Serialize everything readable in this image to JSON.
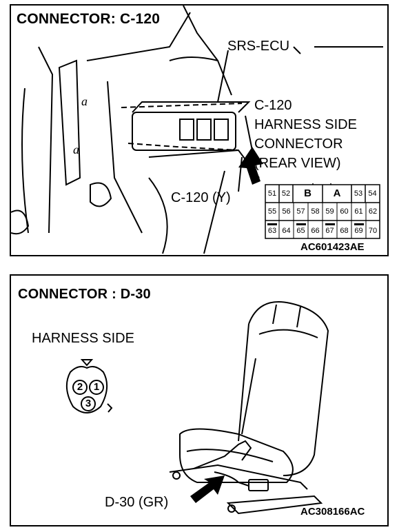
{
  "top_panel": {
    "title": "CONNECTOR: C-120",
    "ecu_label": "SRS-ECU",
    "connector_label_lines": [
      "C-120",
      "HARNESS SIDE",
      "CONNECTOR",
      "(REAR VIEW)"
    ],
    "connector_callout": "C-120 (Y)",
    "code": "AC601423AE",
    "pin_rows": [
      [
        "51",
        "52",
        "B",
        "A",
        "53",
        "54"
      ],
      [
        "55",
        "56",
        "57",
        "58",
        "59",
        "60",
        "61",
        "62"
      ],
      [
        "63",
        "64",
        "65",
        "66",
        "67",
        "68",
        "69",
        "70"
      ]
    ]
  },
  "bottom_panel": {
    "title": "CONNECTOR : D-30",
    "subtitle": "HARNESS SIDE",
    "pins": [
      "2",
      "1",
      "3"
    ],
    "connector_callout": "D-30 (GR)",
    "code": "AC308166AC"
  }
}
